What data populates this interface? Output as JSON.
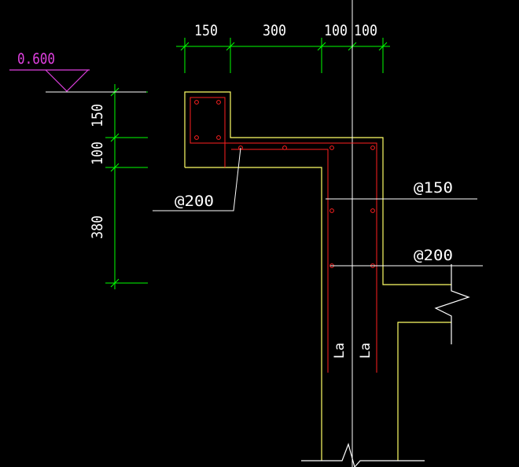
{
  "drawing": {
    "elevation_label": "0.600",
    "horizontal_dims": [
      "150",
      "300",
      "100",
      "100"
    ],
    "vertical_dims": [
      "150",
      "100",
      "380"
    ],
    "spacing_labels": {
      "upper_left": "@200",
      "right_upper": "@150",
      "right_lower": "@200"
    },
    "anchor_labels": [
      "La",
      "La"
    ]
  },
  "colors": {
    "background": "#000000",
    "dimension": "#00ff00",
    "concrete_outline": "#ffff66",
    "rebar": "#ff2020",
    "elevation": "#e040e0",
    "reference_line": "#ffffff",
    "text": "#ffffff"
  }
}
